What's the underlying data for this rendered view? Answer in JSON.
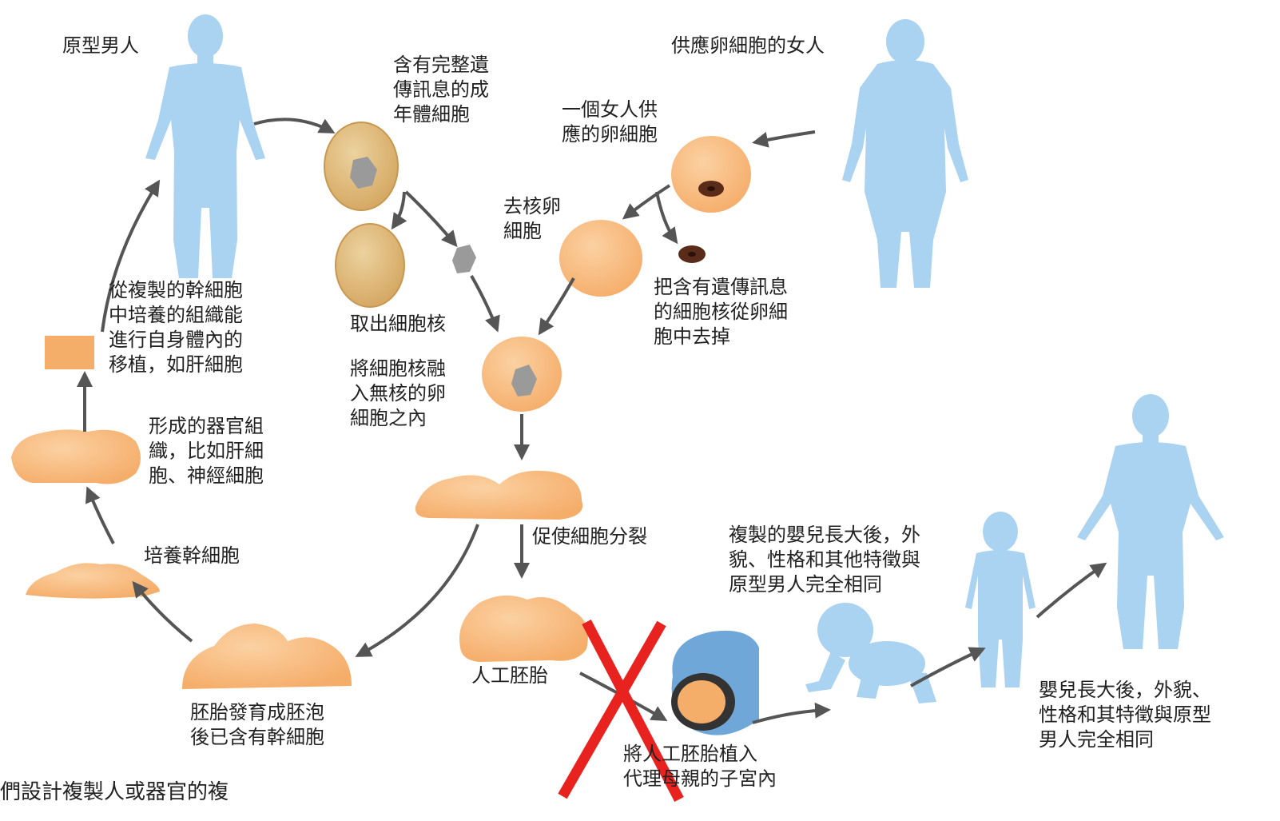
{
  "colors": {
    "figure": "#a9d3f0",
    "cell": "#f5ad6a",
    "cell_light": "#fbd1a2",
    "adult_cell": "#dcb36f",
    "nucleus": "#9a9a9a",
    "egg_nucleus": "#5a2b18",
    "arrow": "#555555",
    "cross": "#e8231f"
  },
  "labels": {
    "prototype_man": "原型男人",
    "adult_cell": "含有完整遺\n傳訊息的成\n年體細胞",
    "egg_donor_woman": "供應卵細胞的女人",
    "egg_from_woman": "一個女人供\n應的卵細胞",
    "enucleated_egg": "去核卵\n細胞",
    "remove_nucleus": "把含有遺傳訊息\n的細胞核從卵細\n胞中去掉",
    "extract_nucleus": "取出細胞核",
    "fuse_nucleus": "將細胞核融\n入無核的卵\n細胞之內",
    "transplant_tissue": "從複製的幹細胞\n中培養的組織能\n進行自身體內的\n移植，如肝細胞",
    "organ_tissue": "形成的器官組\n織，比如肝細\n胞、神經細胞",
    "culture_stem_cells": "培養幹細胞",
    "divide_cells": "促使細胞分裂",
    "artificial_embryo": "人工胚胎",
    "blastocyst": "胚胎發育成胚泡\n後已含有幹細胞",
    "implant_embryo": "將人工胚胎植入\n代理母親的子宮內",
    "cloned_baby_grows": "複製的嬰兒長大後，外\n貌、性格和其他特徵與\n原型男人完全相同",
    "baby_grows": "嬰兒長大後，外貌、\n性格和其特徵與原型\n男人完全相同"
  },
  "caption": "們設計複製人或器官的複"
}
